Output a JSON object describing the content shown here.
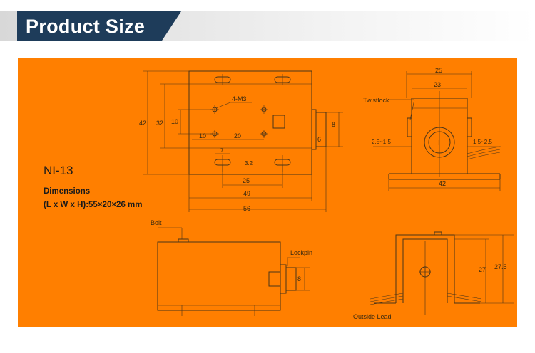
{
  "header": {
    "title": "Product Size"
  },
  "colors": {
    "panel": "#ff7f00",
    "banner": "#1e3c5a",
    "line": "#4a3418"
  },
  "product": {
    "model": "NI-13",
    "dimensions_label": "Dimensions",
    "dimensions_value": "(L x W x H):55×20×26 mm"
  },
  "top_view": {
    "screw_label": "4-M3",
    "dims": {
      "d42": "42",
      "d32": "32",
      "d10": "10",
      "d10b": "10",
      "d20": "20",
      "d7": "7",
      "d32b": "3.2",
      "d25": "25",
      "d49": "49",
      "d56": "56",
      "d8": "8",
      "d6": "6"
    }
  },
  "end_view": {
    "label_twistlock": "Twistlock",
    "marker": "I",
    "dims": {
      "d25": "25",
      "d23": "23",
      "left_gap": "2.5~1.5",
      "right_gap": "1.5~2.5",
      "d42": "42"
    }
  },
  "side_view": {
    "label_bolt": "Bolt",
    "label_lockpin": "Lockpin",
    "dims": {
      "d8": "8"
    }
  },
  "bracket_view": {
    "label_lead": "Outside Lead",
    "dims": {
      "d27": "27",
      "d275": "27.5"
    }
  }
}
